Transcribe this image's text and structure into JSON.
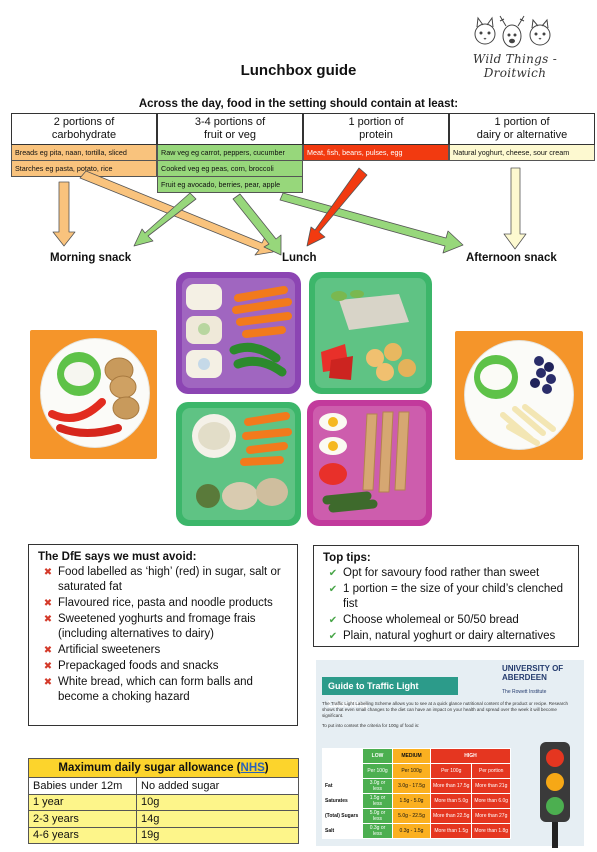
{
  "logo": {
    "text": "Wild Things - Droitwich"
  },
  "title": "Lunchbox guide",
  "subtitle": "Across the day, food in the setting should contain at least:",
  "groups": [
    {
      "heading_line1": "2 portions of",
      "heading_line2": "carbohydrate",
      "color": "#f9c37d",
      "items": [
        "Breads eg pita, naan, tortilla, sliced",
        "Starches eg pasta, potato, rice"
      ]
    },
    {
      "heading_line1": "3-4 portions of",
      "heading_line2": "fruit or veg",
      "color": "#97d77b",
      "items": [
        "Raw veg eg carrot, peppers, cucumber",
        "Cooked veg eg peas, corn, broccoli",
        "Fruit eg avocado, berries, pear, apple"
      ]
    },
    {
      "heading_line1": "1 portion of",
      "heading_line2": "protein",
      "color": "#f23a10",
      "items": [
        "Meat, fish, beans, pulses, egg"
      ]
    },
    {
      "heading_line1": "1 portion of",
      "heading_line2": "dairy or alternative",
      "color": "#fdf9d0",
      "items": [
        "Natural yoghurt, cheese, sour cream"
      ]
    }
  ],
  "meals": {
    "morning": "Morning snack",
    "lunch": "Lunch",
    "afternoon": "Afternoon snack"
  },
  "avoid": {
    "heading": "The DfE says we must avoid:",
    "items": [
      "Food labelled as ‘high’ (red) in sugar, salt or saturated fat",
      "Flavoured rice, pasta and noodle products",
      "Sweetened yoghurts and fromage frais (including alternatives to dairy)",
      "Artificial sweeteners",
      "Prepackaged foods and snacks",
      "White bread, which can form balls and become a choking hazard"
    ]
  },
  "tips": {
    "heading": "Top tips:",
    "items": [
      "Opt for savoury food rather than sweet",
      "1 portion = the size of your child’s clenched fist",
      "Choose wholemeal or 50/50 bread",
      "Plain, natural yoghurt or dairy alternatives"
    ]
  },
  "sugar": {
    "heading": "Maximum daily sugar allowance (",
    "heading_link": "NHS",
    "heading_end": ")",
    "rows": [
      {
        "age": "Babies under 12m",
        "amount": "No added sugar"
      },
      {
        "age": "1 year",
        "amount": "10g"
      },
      {
        "age": "2-3 years",
        "amount": "14g"
      },
      {
        "age": "4-6 years",
        "amount": "19g"
      }
    ]
  },
  "traffic_light": {
    "title": "Guide to Traffic Light Labelling",
    "university": "UNIVERSITY OF ABERDEEN",
    "institute": "The Rowett Institute",
    "intro": "The Traffic Light Labelling Scheme allows you to see at a quick glance nutritional content of the product or recipe. Research shows that even small changes to the diet can have an impact on your health and spread over the week it will become significant.",
    "criteria_note": "To put into context the criteria for 100g of food is:",
    "levels": [
      "LOW",
      "MEDIUM",
      "HIGH"
    ],
    "subheads": [
      "Per 100g",
      "Per 100g",
      "Per 100g",
      "Per portion"
    ],
    "rows": [
      {
        "nutrient": "Fat",
        "low": "3.0g or less",
        "medium": "3.0g - 17.5g",
        "high": "More than 17.5g",
        "portion": "More than 21g"
      },
      {
        "nutrient": "Saturates",
        "low": "1.5g or less",
        "medium": "1.5g - 5.0g",
        "high": "More than 5.0g",
        "portion": "More than 6.0g"
      },
      {
        "nutrient": "(Total) Sugars",
        "low": "5.0g or less",
        "medium": "5.0g - 22.5g",
        "high": "More than 22.5g",
        "portion": "More than 27g"
      },
      {
        "nutrient": "Salt",
        "low": "0.3g or less",
        "medium": "0.3g - 1.5g",
        "high": "More than 1.5g",
        "portion": "More than 1.8g"
      }
    ]
  }
}
